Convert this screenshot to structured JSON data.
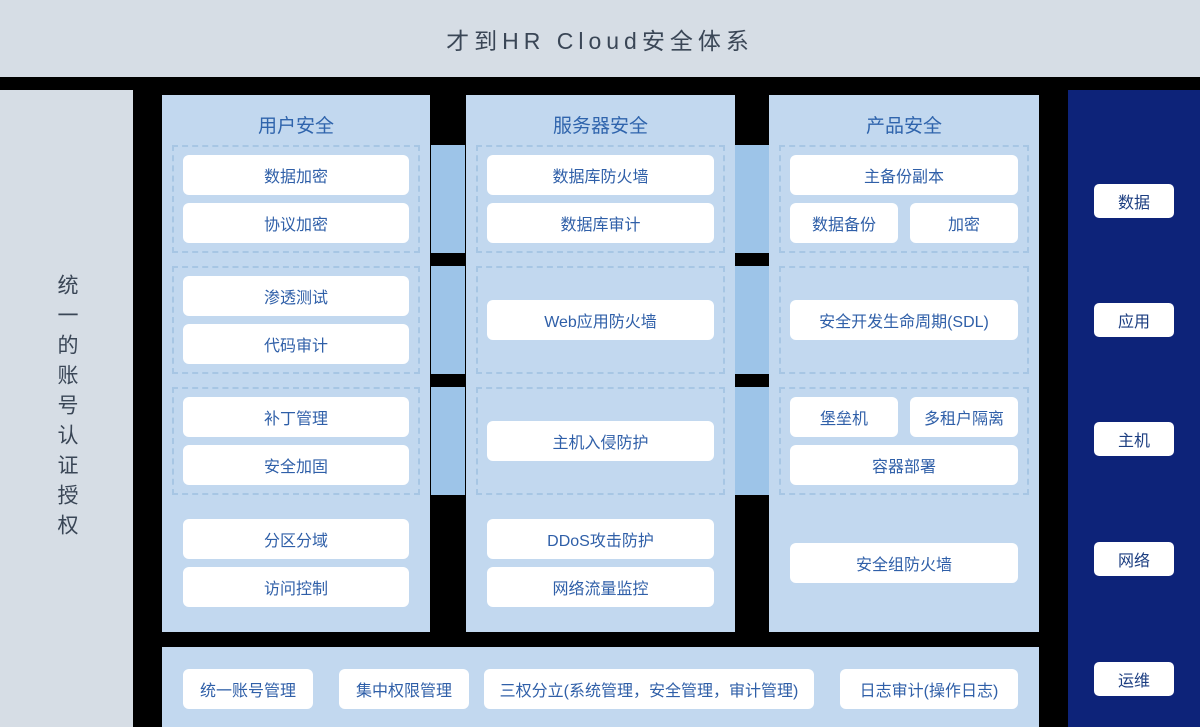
{
  "title": "才到HR Cloud安全体系",
  "left_panel": {
    "label": "统一的账号认证授权"
  },
  "colors": {
    "banner_bg": "#d6dde5",
    "column_bg": "#c2d8ef",
    "band_bg": "#9dc4e8",
    "right_panel_bg": "#0d2379",
    "item_text": "#2f5fa8",
    "column_title_text": "#2f64ac",
    "gap": "#000000"
  },
  "columns": [
    {
      "title": "用户安全",
      "groups": [
        {
          "dashed": true,
          "items": [
            {
              "label": "数据加密",
              "span": "full"
            },
            {
              "label": "协议加密",
              "span": "full"
            }
          ]
        },
        {
          "dashed": true,
          "items": [
            {
              "label": "渗透测试",
              "span": "full"
            },
            {
              "label": "代码审计",
              "span": "full"
            }
          ]
        },
        {
          "dashed": true,
          "items": [
            {
              "label": "补丁管理",
              "span": "full"
            },
            {
              "label": "安全加固",
              "span": "full"
            }
          ]
        },
        {
          "dashed": false,
          "items": [
            {
              "label": "分区分域",
              "span": "full"
            },
            {
              "label": "访问控制",
              "span": "full"
            }
          ]
        }
      ]
    },
    {
      "title": "服务器安全",
      "groups": [
        {
          "dashed": true,
          "items": [
            {
              "label": "数据库防火墙",
              "span": "full"
            },
            {
              "label": "数据库审计",
              "span": "full"
            }
          ]
        },
        {
          "dashed": true,
          "items": [
            {
              "label": "Web应用防火墙",
              "span": "full"
            }
          ]
        },
        {
          "dashed": true,
          "items": [
            {
              "label": "主机入侵防护",
              "span": "full"
            }
          ]
        },
        {
          "dashed": false,
          "items": [
            {
              "label": "DDoS攻击防护",
              "span": "full"
            },
            {
              "label": "网络流量监控",
              "span": "full"
            }
          ]
        }
      ]
    },
    {
      "title": "产品安全",
      "groups": [
        {
          "dashed": true,
          "items": [
            {
              "label": "主备份副本",
              "span": "full"
            },
            {
              "label": "数据备份",
              "span": "half"
            },
            {
              "label": "加密",
              "span": "half"
            }
          ]
        },
        {
          "dashed": true,
          "items": [
            {
              "label": "安全开发生命周期(SDL)",
              "span": "full"
            }
          ]
        },
        {
          "dashed": true,
          "items": [
            {
              "label": "堡垒机",
              "span": "half"
            },
            {
              "label": "多租户隔离",
              "span": "half"
            },
            {
              "label": "容器部署",
              "span": "full"
            }
          ]
        },
        {
          "dashed": false,
          "items": [
            {
              "label": "安全组防火墙",
              "span": "full"
            }
          ]
        }
      ]
    }
  ],
  "right_panel": {
    "chips": [
      {
        "label": "数据"
      },
      {
        "label": "应用"
      },
      {
        "label": "主机"
      },
      {
        "label": "网络"
      },
      {
        "label": "运维"
      }
    ]
  },
  "bottom_bar": {
    "items": [
      {
        "label": "统一账号管理"
      },
      {
        "label": "集中权限管理"
      },
      {
        "label": "三权分立(系统管理，安全管理，审计管理)"
      },
      {
        "label": "日志审计(操作日志)"
      }
    ]
  }
}
